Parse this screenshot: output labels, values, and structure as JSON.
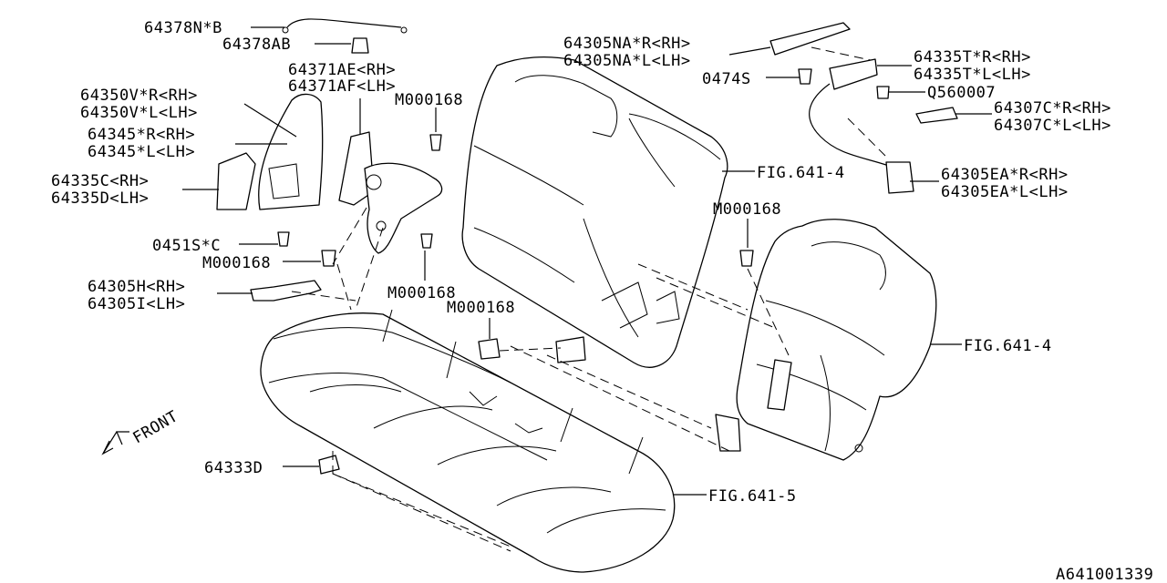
{
  "diagram": {
    "drawing_id": "A641001339",
    "front_label": "FRONT",
    "labels": {
      "p64378NB": "64378N*B",
      "p64378AB": "64378AB",
      "p64371AE": "64371AE<RH>",
      "p64371AF": "64371AF<LH>",
      "p64350VR": "64350V*R<RH>",
      "p64350VL": "64350V*L<LH>",
      "p64345R": "64345*R<RH>",
      "p64345L": "64345*L<LH>",
      "p64335C": "64335C<RH>",
      "p64335D": "64335D<LH>",
      "m168a": "M000168",
      "p0451S": "0451S*C",
      "m168b": "M000168",
      "p64305H": "64305H<RH>",
      "p64305I": "64305I<LH>",
      "m168c": "M000168",
      "m168d": "M000168",
      "p64305NAR": "64305NA*R<RH>",
      "p64305NAL": "64305NA*L<LH>",
      "p0474S": "0474S",
      "p64335TR": "64335T*R<RH>",
      "p64335TL": "64335T*L<LH>",
      "pQ560007": "Q560007",
      "p64307CR": "64307C*R<RH>",
      "p64307CL": "64307C*L<LH>",
      "fig6414a": "FIG.641-4",
      "p64305EAR": "64305EA*R<RH>",
      "p64305EAL": "64305EA*L<LH>",
      "m168e": "M000168",
      "fig6414b": "FIG.641-4",
      "fig6415": "FIG.641-5",
      "p64333D": "64333D"
    }
  }
}
